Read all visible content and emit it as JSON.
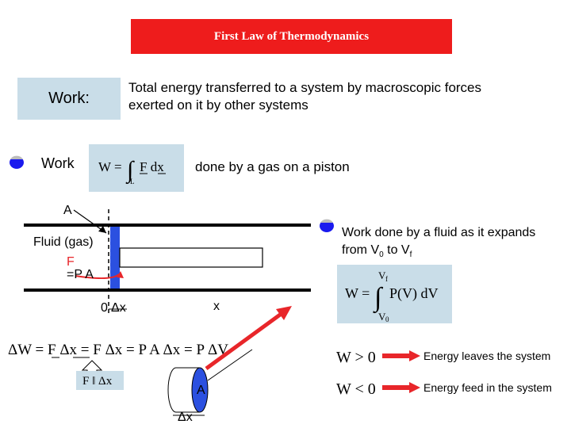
{
  "title": "First Law of Thermodynamics",
  "work_box_label": "Work:",
  "definition_line1": "Total energy transferred to a system by macroscopic forces",
  "definition_line2": "exerted on it by other systems",
  "work_label": "Work",
  "done_by": "done by a gas on a piston",
  "piston": {
    "area_label": "A",
    "fluid_label": "Fluid (gas)",
    "force_label": "F",
    "pressure_label": "=P A",
    "origin_label": "0",
    "dx_label": "Δx",
    "x_label": "x"
  },
  "fluid_work_line1": "Work done by a fluid as it expands",
  "fluid_work_line2_prefix": "from V",
  "fluid_work_sub0": "0",
  "fluid_work_to": " to V",
  "fluid_work_subf": "f",
  "cylinder": {
    "area_label": "A",
    "dx_label": "Δx"
  },
  "conditions": [
    {
      "label": "Energy leaves the system"
    },
    {
      "label": "Energy feed in the system"
    }
  ],
  "colors": {
    "banner": "#ee1c1c",
    "box": "#c9dde8",
    "bullet": "#1a1aee",
    "arrow": "#e8262a",
    "piston": "#2b50e0"
  }
}
